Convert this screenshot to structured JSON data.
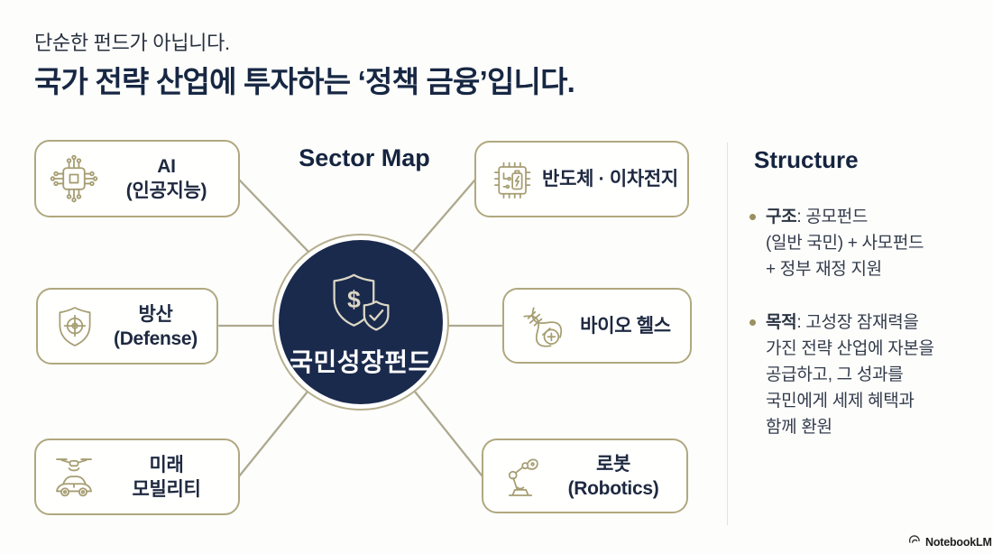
{
  "header": {
    "subtitle": "단순한 펀드가 아닙니다.",
    "title": "국가 전략 산업에 투자하는 ‘정책 금융’입니다."
  },
  "sector_map": {
    "heading": "Sector Map",
    "center": {
      "label": "국민성장펀드",
      "icon": "shield-dollar-check-icon"
    },
    "nodes": [
      {
        "id": "ai",
        "label": "AI\n(인공지능)",
        "icon": "ai-chip-icon"
      },
      {
        "id": "semiconductor",
        "label": "반도체 · 이차전지",
        "icon": "chip-battery-icon"
      },
      {
        "id": "defense",
        "label": "방산\n(Defense)",
        "icon": "shield-target-icon"
      },
      {
        "id": "bio",
        "label": "바이오 헬스",
        "icon": "dna-health-icon"
      },
      {
        "id": "mobility",
        "label": "미래\n모빌리티",
        "icon": "drone-car-icon"
      },
      {
        "id": "robotics",
        "label": "로봇\n(Robotics)",
        "icon": "robot-arm-icon"
      }
    ]
  },
  "structure_panel": {
    "heading": "Structure",
    "bullets": [
      {
        "label": "구조",
        "text": ": 공모펀드\n(일반 국민) + 사모펀드\n+ 정부 재정 지원"
      },
      {
        "label": "목적",
        "text": ": 고성장 잠재력을\n가진 전략 산업에 자본을\n공급하고, 그 성과를\n국민에게 세제 혜택과\n함께 환원"
      }
    ]
  },
  "watermark": {
    "label": "NotebookLM"
  },
  "colors": {
    "navy": "#1a2a4d",
    "tan_border": "#b0a87f",
    "connector": "#ada990",
    "bullet_gold": "#9a9060",
    "title_navy": "#172743"
  }
}
